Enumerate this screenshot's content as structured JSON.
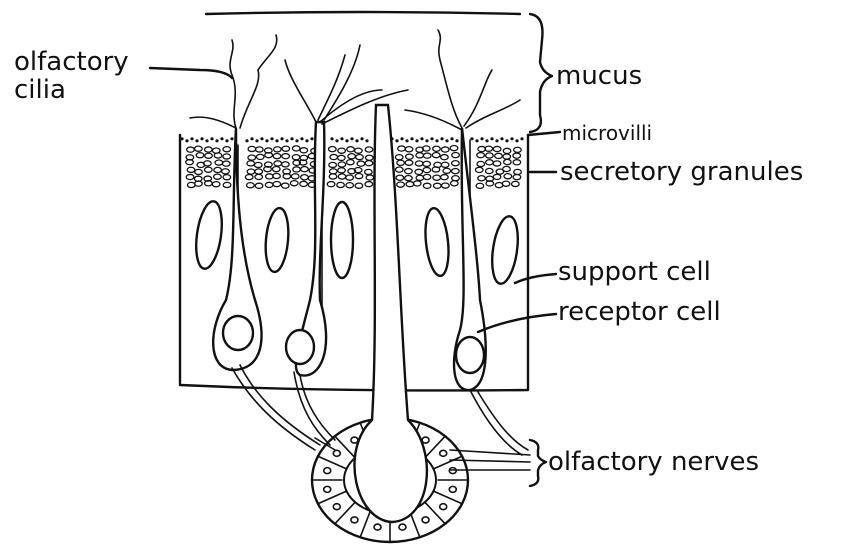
{
  "labels": {
    "olfactory_cilia_line1": "olfactory",
    "olfactory_cilia_line2": "cilia",
    "mucus": "mucus",
    "microvilli": "microvilli",
    "secretory_granules": "secretory granules",
    "support_cell": "support cell",
    "receptor_cell": "receptor cell",
    "olfactory_nerves": "olfactory nerves"
  }
}
